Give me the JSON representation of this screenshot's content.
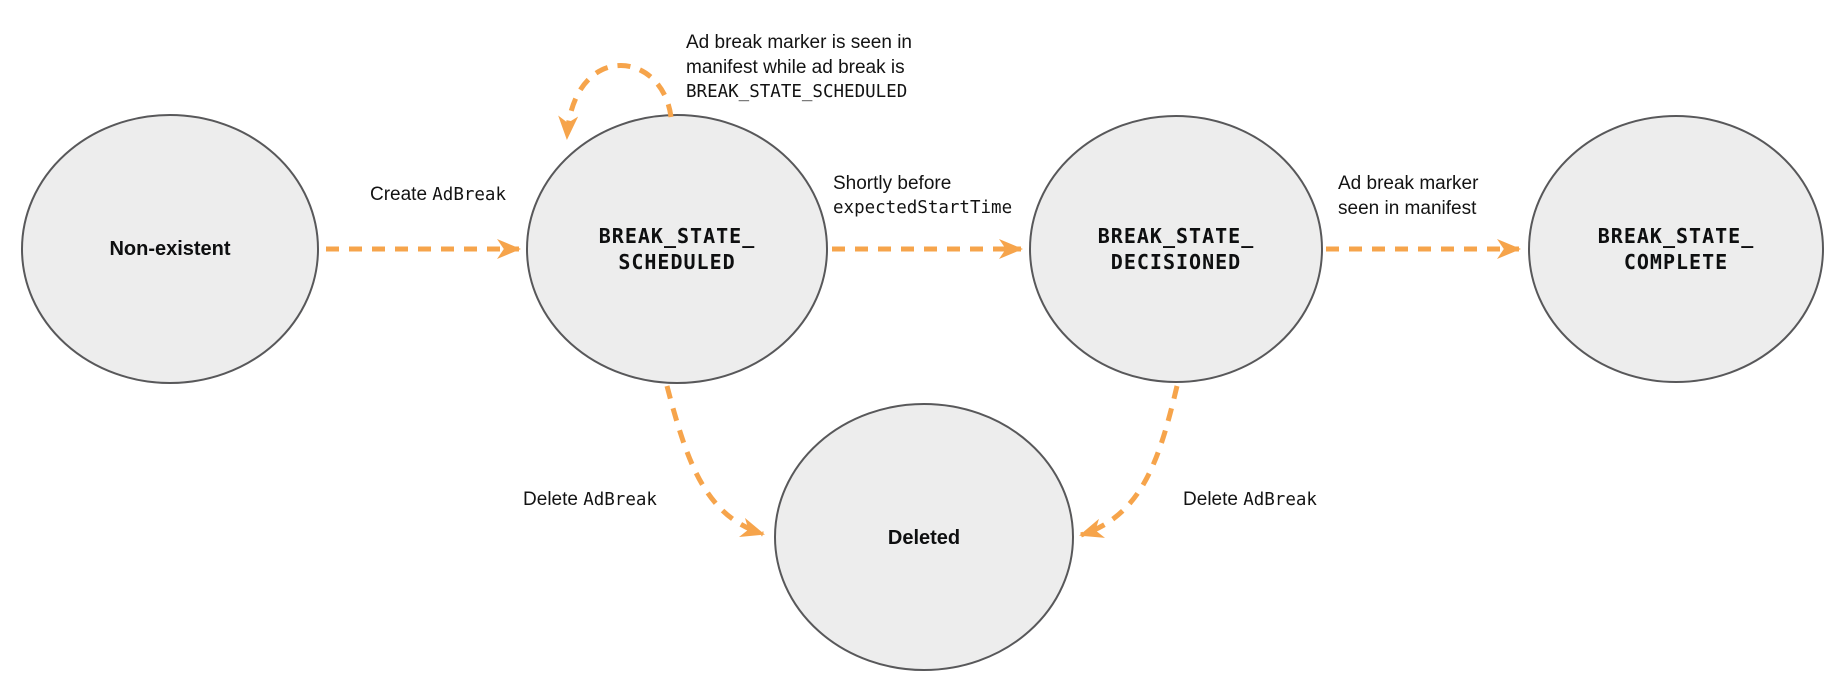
{
  "diagram": {
    "type": "state-machine",
    "colors": {
      "arrow": "#F6A44B",
      "node_fill": "#EDEDED",
      "node_stroke": "#58585A",
      "text": "#131313"
    },
    "nodes": {
      "non_existent": {
        "label": "Non-existent"
      },
      "scheduled": {
        "line1": "BREAK_STATE_",
        "line2": "SCHEDULED"
      },
      "decisioned": {
        "line1": "BREAK_STATE_",
        "line2": "DECISIONED"
      },
      "complete": {
        "line1": "BREAK_STATE_",
        "line2": "COMPLETE"
      },
      "deleted": {
        "label": "Deleted"
      }
    },
    "edges": {
      "create": {
        "plain": "Create",
        "code": "AdBreak"
      },
      "self_loop": {
        "line1": "Ad break marker is seen in",
        "line2": "manifest while ad break is",
        "code": "BREAK_STATE_SCHEDULED"
      },
      "decision": {
        "plain": "Shortly before",
        "code": "expectedStartTime"
      },
      "marker_seen": {
        "line1": "Ad break marker",
        "line2": "seen in manifest"
      },
      "delete_left": {
        "plain": "Delete",
        "code": "AdBreak"
      },
      "delete_right": {
        "plain": "Delete",
        "code": "AdBreak"
      }
    }
  }
}
